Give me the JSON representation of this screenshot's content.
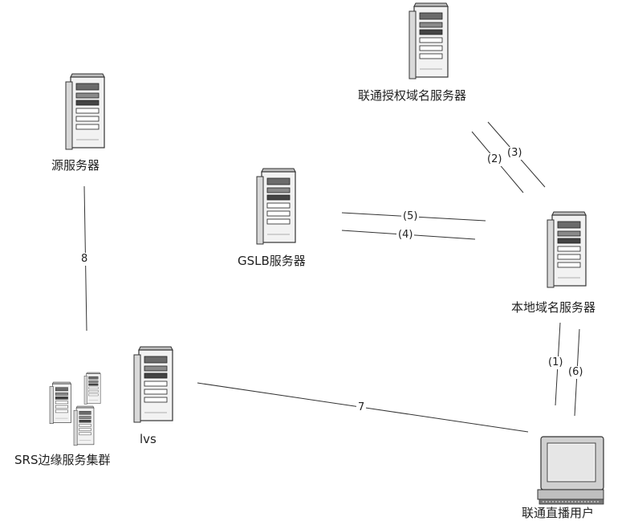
{
  "nodes": {
    "unicom_auth_dns": "联通授权域名服务器",
    "origin_server": "源服务器",
    "gslb_server": "GSLB服务器",
    "local_dns": "本地域名服务器",
    "lvs": "lvs",
    "srs_edge_cluster": "SRS边缘服务集群",
    "unicom_live_user": "联通直播用户"
  },
  "edges": {
    "e1": "(1)",
    "e2": "(2)",
    "e3": "(3)",
    "e4": "(4)",
    "e5": "(5)",
    "e6": "(6)",
    "e7": "7",
    "e8": "8"
  },
  "icons": {
    "server": "server-tower-icon",
    "computer": "desktop-computer-icon"
  }
}
